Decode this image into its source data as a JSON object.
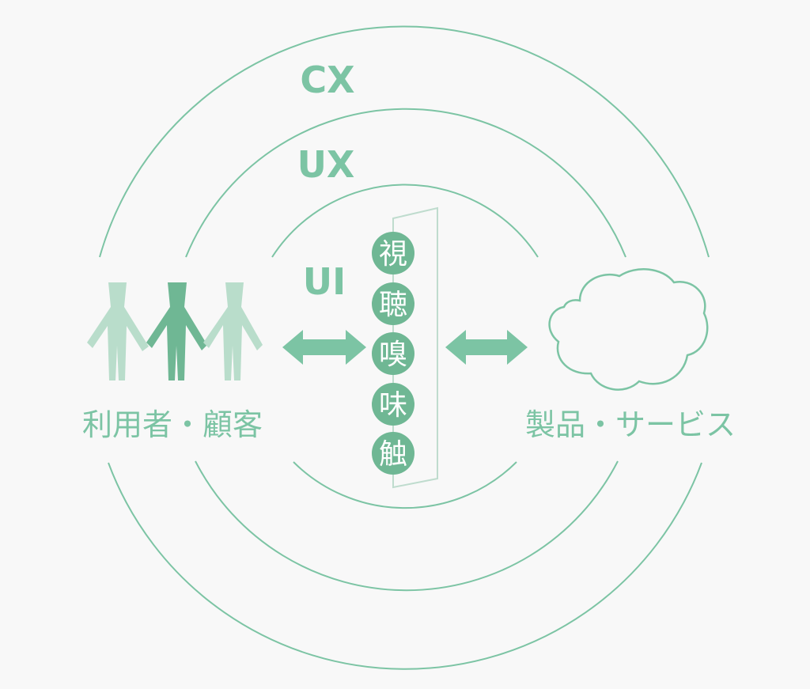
{
  "rings": {
    "outer_label": "CX",
    "middle_label": "UX",
    "inner_label": "UI"
  },
  "senses": [
    "視",
    "聴",
    "嗅",
    "味",
    "触"
  ],
  "left_group": {
    "label": "利用者・顧客",
    "icon": "people-icon"
  },
  "right_group": {
    "label": "製品・サービス",
    "icon": "cloud-icon"
  },
  "colors": {
    "background": "#f8f8f8",
    "accent": "#7cc4a4",
    "accent_dark": "#6fb794",
    "accent_light": "#b9ddcb",
    "sense_circle": "#6fb794",
    "panel_border": "#bfdcce"
  }
}
